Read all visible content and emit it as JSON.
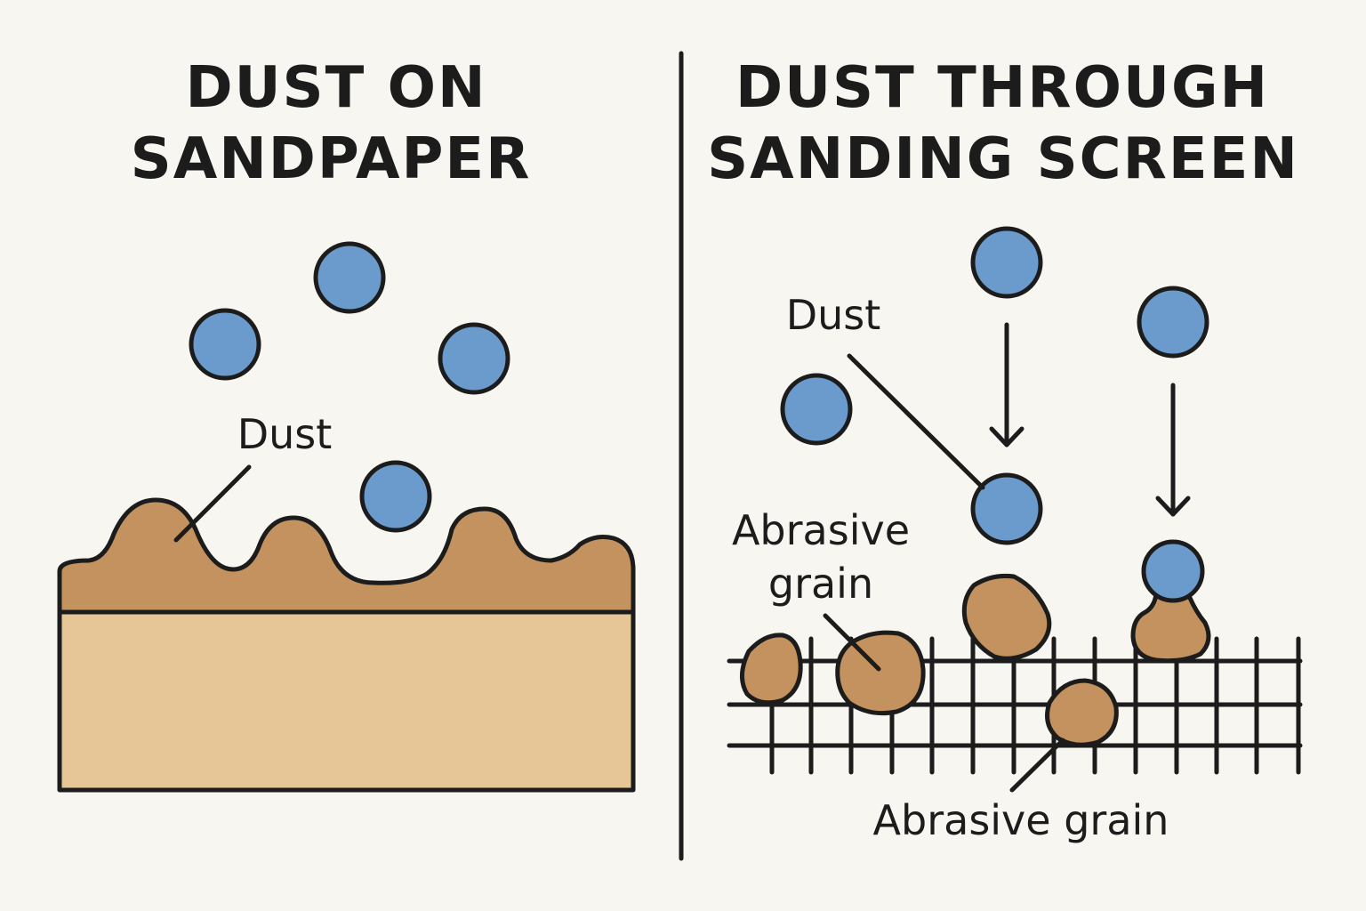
{
  "left_panel": {
    "title_line1": "DUST ON",
    "title_line2": "SANDPAPER",
    "dust_label": "Dust"
  },
  "right_panel": {
    "title_line1": "DUST THROUGH",
    "title_line2": "SANDING SCREEN",
    "dust_label": "Dust",
    "grain_label_line1": "Abrasive",
    "grain_label_line2": "grain",
    "grain_label_bottom": "Abrasive grain"
  },
  "colors": {
    "background": "#f8f6f1",
    "ink": "#1c1c1c",
    "dust": "#6b9bcc",
    "grain": "#c4925e",
    "paper_backing": "#e6c597"
  }
}
